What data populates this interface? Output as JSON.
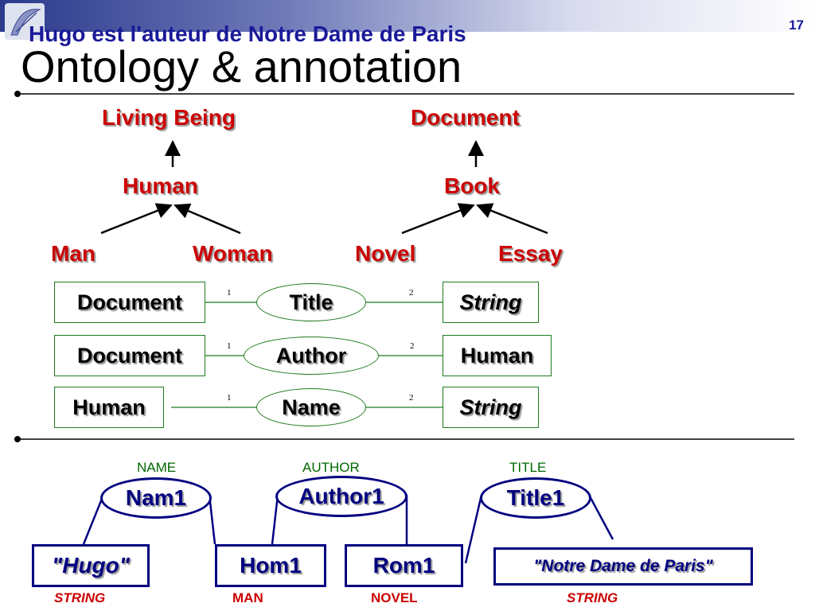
{
  "slide": {
    "page_number": "17",
    "subtitle": "Hugo est l'auteur de Notre Dame de Paris",
    "title": "Ontology & annotation"
  },
  "hierarchy": {
    "living_being": "Living Being",
    "document": "Document",
    "human": "Human",
    "book": "Book",
    "man": "Man",
    "woman": "Woman",
    "novel": "Novel",
    "essay": "Essay"
  },
  "relations": [
    {
      "domain": "Document",
      "relation": "Title",
      "range": "String",
      "arg1": "1",
      "arg2": "2"
    },
    {
      "domain": "Document",
      "relation": "Author",
      "range": "Human",
      "arg1": "1",
      "arg2": "2"
    },
    {
      "domain": "Human",
      "relation": "Name",
      "range": "String",
      "arg1": "1",
      "arg2": "2"
    }
  ],
  "annotation": {
    "relation_types": [
      "NAME",
      "AUTHOR",
      "TITLE"
    ],
    "relations": [
      "Nam1",
      "Author1",
      "Title1"
    ],
    "instances": [
      "\"Hugo\"",
      "Hom1",
      "Rom1",
      "\"Notre Dame de Paris\""
    ],
    "instance_types": [
      "STRING",
      "MAN",
      "NOVEL",
      "STRING"
    ]
  },
  "colors": {
    "concept_red": "#cc0000",
    "title_blue": "#1a1a99",
    "box_green": "#1f7a1f",
    "annotation_navy": "#000080",
    "label_green": "#006600"
  }
}
